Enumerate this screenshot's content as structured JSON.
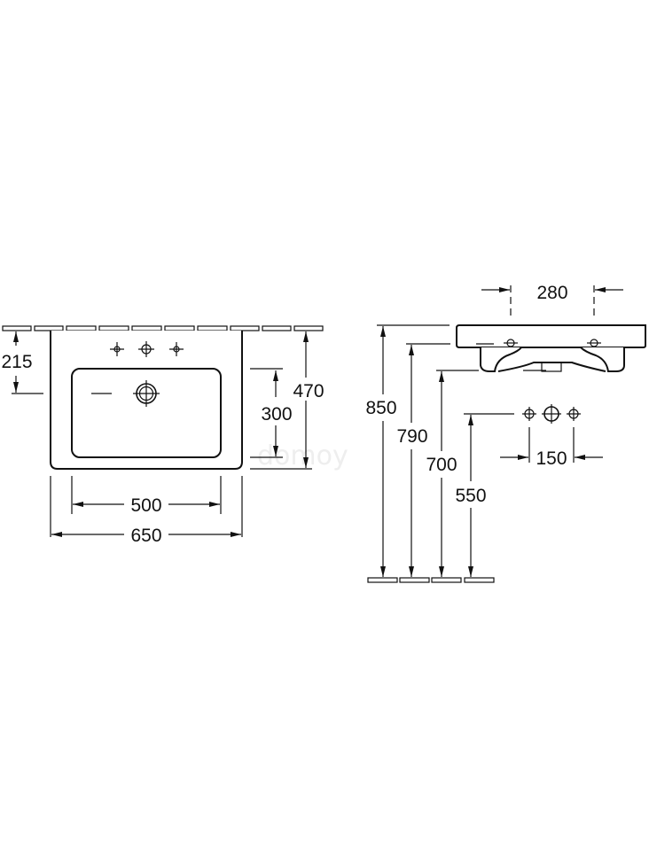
{
  "front_view": {
    "dimensions": {
      "wall_to_drain": "215",
      "bowl_depth": "300",
      "total_depth": "470",
      "bowl_width": "500",
      "total_width": "650"
    }
  },
  "side_view": {
    "dimensions": {
      "hole_spacing": "280",
      "rim_height": "850",
      "underside_height": "790",
      "pedestal_height": "700",
      "tap_height": "550",
      "tap_spacing": "150"
    }
  },
  "watermark": "domoy",
  "colors": {
    "line": "#111111",
    "background": "#ffffff"
  }
}
